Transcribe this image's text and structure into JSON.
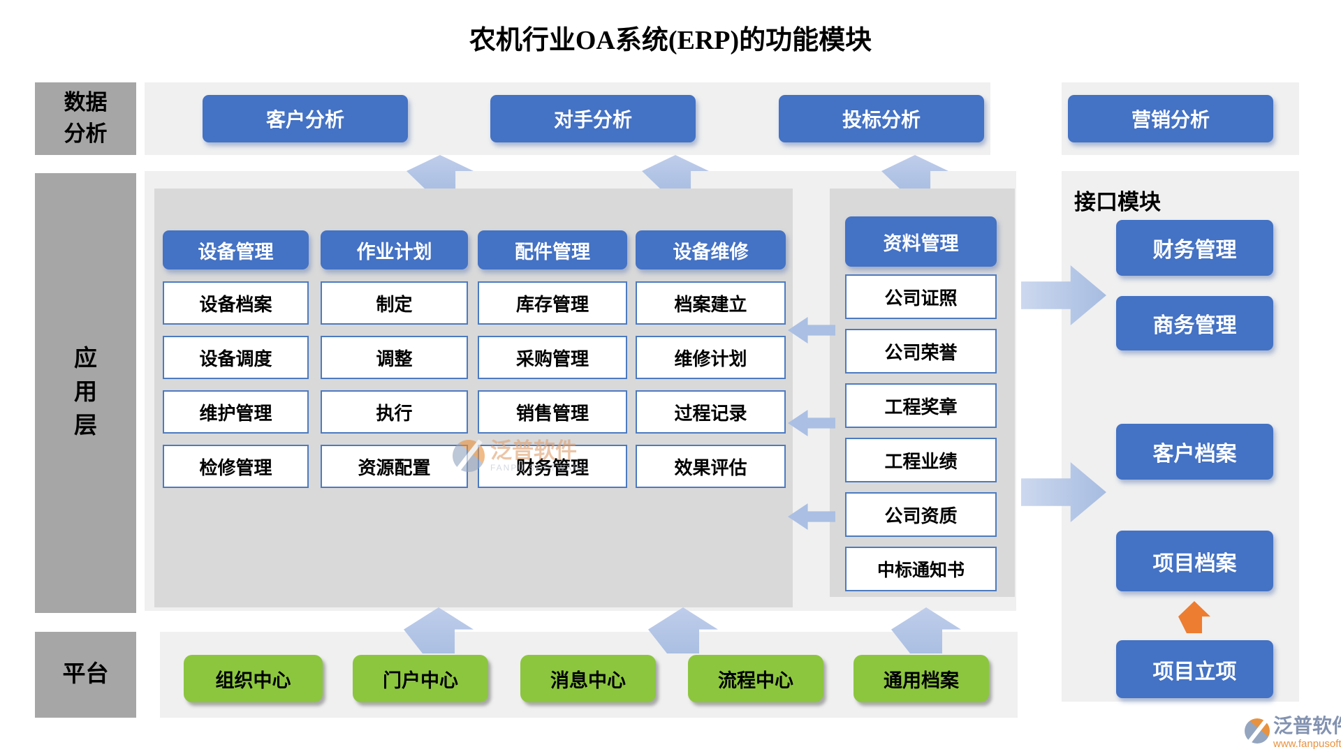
{
  "title": "农机行业OA系统(ERP)的功能模块",
  "sidebar": {
    "data_analysis": "数据分析",
    "application": "应用层",
    "platform": "平台"
  },
  "data_analysis_row": {
    "items": [
      "客户分析",
      "对手分析",
      "投标分析",
      "营销分析"
    ]
  },
  "application": {
    "columns": [
      {
        "header": "设备管理",
        "items": [
          "设备档案",
          "设备调度",
          "维护管理",
          "检修管理"
        ]
      },
      {
        "header": "作业计划",
        "items": [
          "制定",
          "调整",
          "执行",
          "资源配置"
        ]
      },
      {
        "header": "配件管理",
        "items": [
          "库存管理",
          "采购管理",
          "销售管理",
          "财务管理"
        ]
      },
      {
        "header": "设备维修",
        "items": [
          "档案建立",
          "维修计划",
          "过程记录",
          "效果评估"
        ]
      }
    ],
    "data_column": {
      "header": "资料管理",
      "items": [
        "公司证照",
        "公司荣誉",
        "工程奖章",
        "工程业绩",
        "公司资质",
        "中标通知书"
      ]
    }
  },
  "interface_panel": {
    "heading": "接口模块",
    "buttons": [
      "财务管理",
      "商务管理",
      "客户档案",
      "项目档案",
      "项目立项"
    ]
  },
  "platform_row": {
    "items": [
      "组织中心",
      "门户中心",
      "消息中心",
      "流程中心",
      "通用档案"
    ]
  },
  "branding": {
    "watermark_text": "泛普软件",
    "watermark_sub": "FANPU SOFTWARE",
    "logo_text": "泛普软件",
    "logo_url": "www.fanpusoft.com"
  },
  "colors": {
    "accent_blue": "#4472C4",
    "light_blue_arrow": "#AABFE3",
    "green": "#8CC63F",
    "orange": "#ED7D31",
    "panel_gray": "#D9D9D9",
    "backdrop_gray": "#F0F0F0",
    "sidebar_gray": "#A6A6A6",
    "logo_blue_gray": "#8292B0",
    "logo_orange": "#E8923F"
  }
}
